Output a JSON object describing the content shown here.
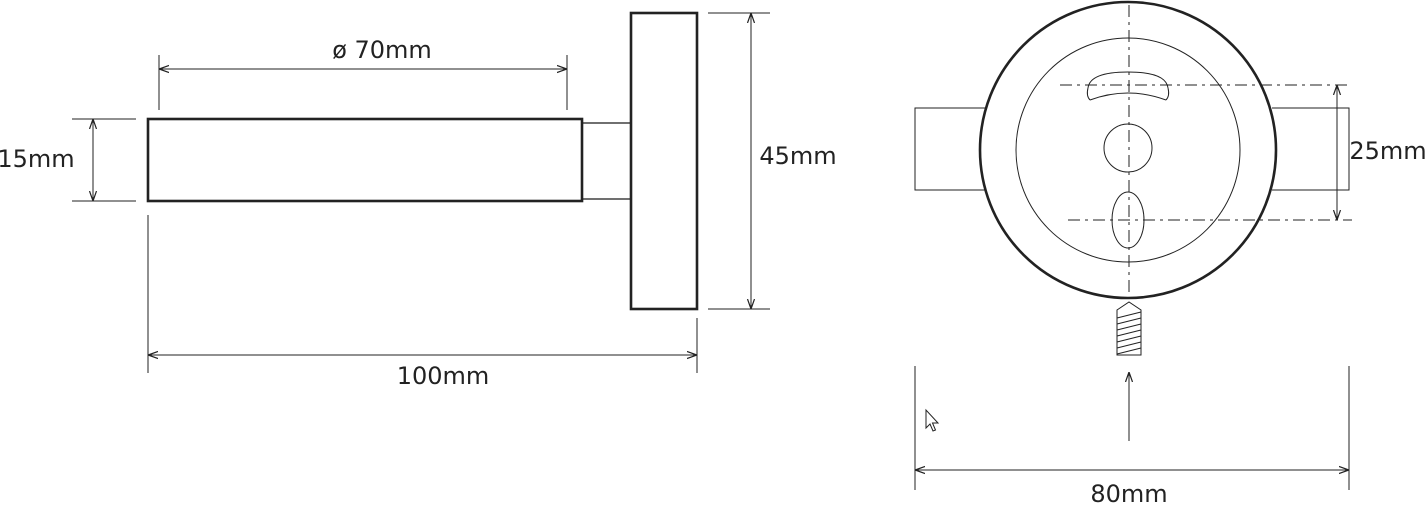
{
  "side_view": {
    "diameter_label": "ø 70mm",
    "height_label": "15mm",
    "plate_height_label": "45mm",
    "length_label": "100mm"
  },
  "front_view": {
    "offset_label": "25mm",
    "width_label": "80mm"
  }
}
